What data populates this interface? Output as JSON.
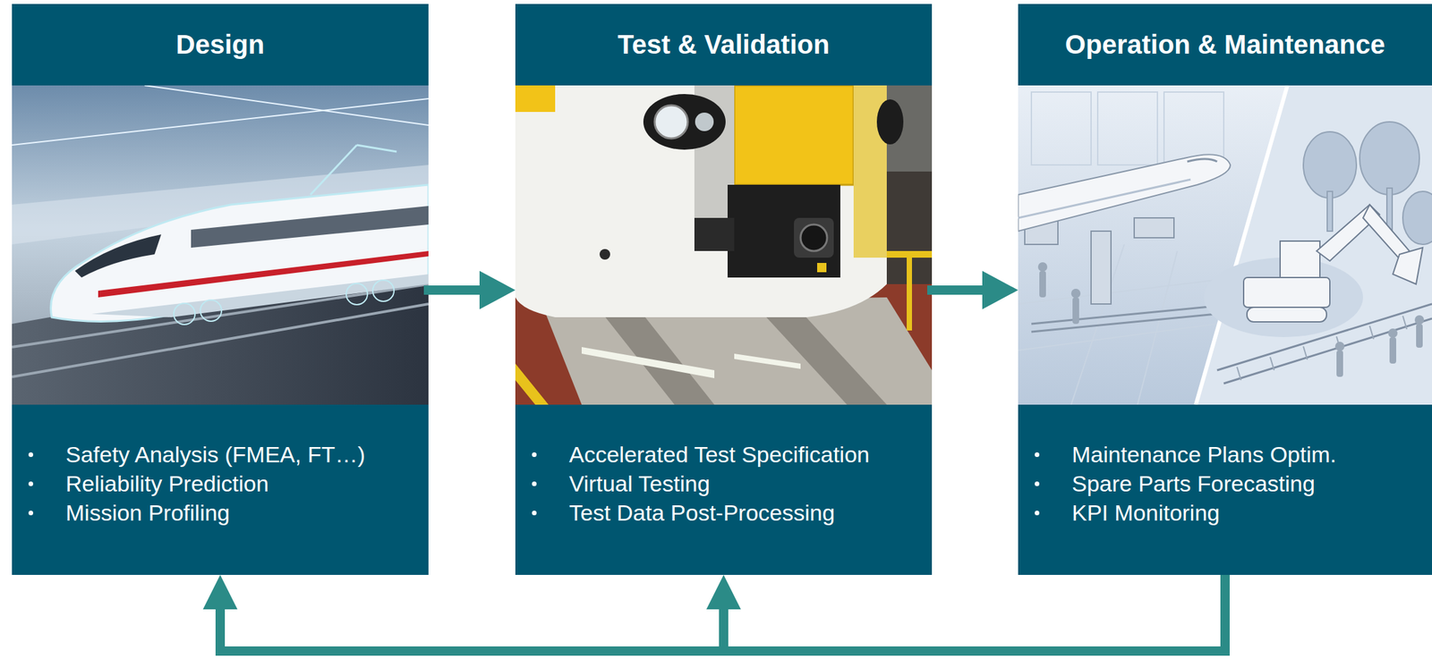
{
  "diagram": {
    "nodes": [
      {
        "text": [
          "Design",
          "Safety Analysis (FMEA, FT…)",
          "Reliability Prediction",
          "Mission Profiling"
        ]
      },
      {
        "text": [
          "Test & Validation",
          "Accelerated Test Specification",
          "Virtual Testing",
          "Test Data Post-Processing"
        ]
      },
      {
        "text": [
          "Operation & Maintenance",
          "Maintenance Plans Optim.",
          "Spare Parts Forecasting",
          "KPI Monitoring"
        ]
      }
    ],
    "edges": [
      {
        "from": 0,
        "to": 1,
        "arrow": "to"
      },
      {
        "from": 1,
        "to": 2,
        "arrow": "to"
      },
      {
        "from": 2,
        "to": 0,
        "arrow": "to"
      },
      {
        "from": 2,
        "to": 1,
        "arrow": "to"
      }
    ]
  }
}
